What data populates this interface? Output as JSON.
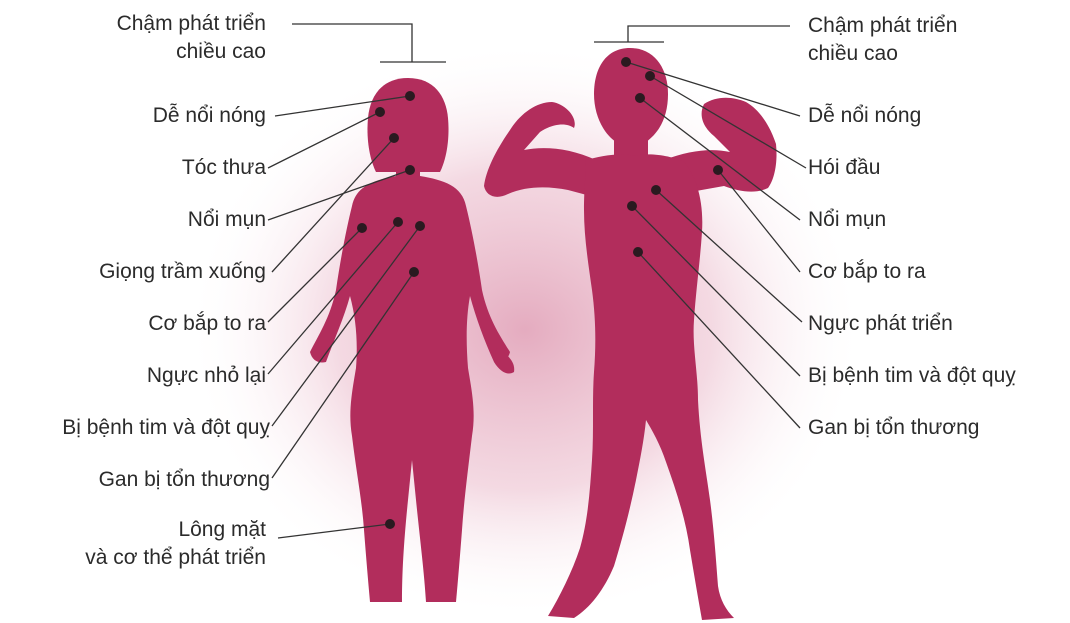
{
  "colors": {
    "body": "#b22d5c",
    "dot": "#2a1a20",
    "line": "#333333",
    "glow": "#ecc2d1",
    "text": "#2b2b2b"
  },
  "female": {
    "labels": [
      {
        "id": "stunted-growth",
        "lines": [
          "Chậm phát triển",
          "chiều cao"
        ]
      },
      {
        "id": "irritability",
        "lines": [
          "Dễ nổi nóng"
        ]
      },
      {
        "id": "thinning-hair",
        "lines": [
          "Tóc thưa"
        ]
      },
      {
        "id": "acne",
        "lines": [
          "Nổi mụn"
        ]
      },
      {
        "id": "deeper-voice",
        "lines": [
          "Giọng trầm xuống"
        ]
      },
      {
        "id": "muscle-growth",
        "lines": [
          "Cơ bắp to ra"
        ]
      },
      {
        "id": "breast-shrink",
        "lines": [
          "Ngực nhỏ lại"
        ]
      },
      {
        "id": "heart-disease-stroke",
        "lines": [
          "Bị bệnh tim và đột quỵ"
        ]
      },
      {
        "id": "liver-damage",
        "lines": [
          "Gan bị tổn thương"
        ]
      },
      {
        "id": "body-hair",
        "lines": [
          "Lông mặt",
          "và cơ thể phát triển"
        ]
      }
    ]
  },
  "male": {
    "labels": [
      {
        "id": "stunted-growth",
        "lines": [
          "Chậm phát triển",
          "chiều cao"
        ]
      },
      {
        "id": "irritability",
        "lines": [
          "Dễ nổi nóng"
        ]
      },
      {
        "id": "baldness",
        "lines": [
          "Hói đầu"
        ]
      },
      {
        "id": "acne",
        "lines": [
          "Nổi mụn"
        ]
      },
      {
        "id": "muscle-growth",
        "lines": [
          "Cơ bắp to ra"
        ]
      },
      {
        "id": "breast-growth",
        "lines": [
          "Ngực phát triển"
        ]
      },
      {
        "id": "heart-disease-stroke",
        "lines": [
          "Bị bệnh tim và đột quỵ"
        ]
      },
      {
        "id": "liver-damage",
        "lines": [
          "Gan bị tổn thương"
        ]
      }
    ]
  }
}
